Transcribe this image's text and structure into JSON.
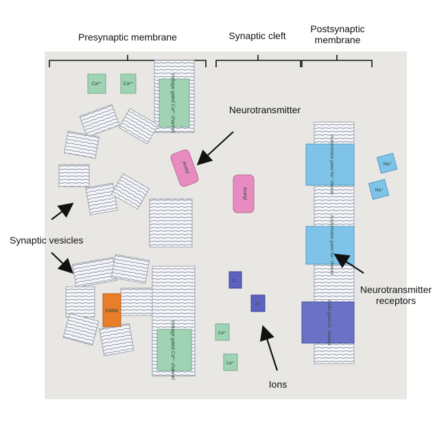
{
  "headers": {
    "presynaptic": "Presynaptic membrane",
    "cleft": "Synaptic cleft",
    "postsynaptic_line1": "Postsynaptic",
    "postsynaptic_line2": "membrane"
  },
  "callouts": {
    "neurotransmitter": "Neurotransmitter",
    "synaptic_vesicles": "Synaptic vesicles",
    "receptors_line1": "Neurotransmitter",
    "receptors_line2": "receptors",
    "ions": "Ions"
  },
  "piece_labels": {
    "voltage_gated_1": "Voltage gated Ca²⁺ channel",
    "voltage_gated_2": "Voltage gated Ca²⁺ channel",
    "ach_gated_1": "Acetylcholine gated Na⁺ channel",
    "ach_gated_2": "Acetylcholine gated Na⁺ channel",
    "gaba_gated": "GABA gated Cl⁻ channel",
    "acetyl_1": "Acetyl",
    "acetyl_2": "Acetyl",
    "gaba_vesicle": "GABA",
    "ca_1": "Ca²⁺",
    "ca_2": "Ca²⁺",
    "ca_3": "Ca²⁺",
    "ca_4": "Ca²⁺",
    "cl_1": "Cl⁻",
    "cl_2": "Cl⁻",
    "na_1": "Na⁺",
    "na_2": "Na⁺"
  },
  "colors": {
    "photo_background": "#e9e7e3",
    "ca_green": "#9fd3b3",
    "na_blue": "#7fc4e8",
    "cl_indigo": "#5b63bf",
    "acetyl_pink": "#e78bc1",
    "gaba_orange": "#e87d2a",
    "gaba_receptor": "#6b72c6",
    "membrane_stripes": "#8a94a8"
  }
}
